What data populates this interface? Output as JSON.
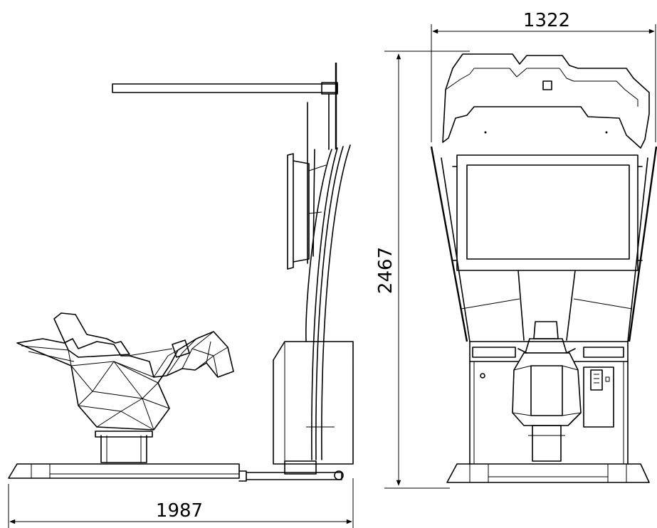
{
  "dimensions": {
    "overall_length": "1987",
    "overall_width": "1322",
    "overall_height": "2467"
  }
}
